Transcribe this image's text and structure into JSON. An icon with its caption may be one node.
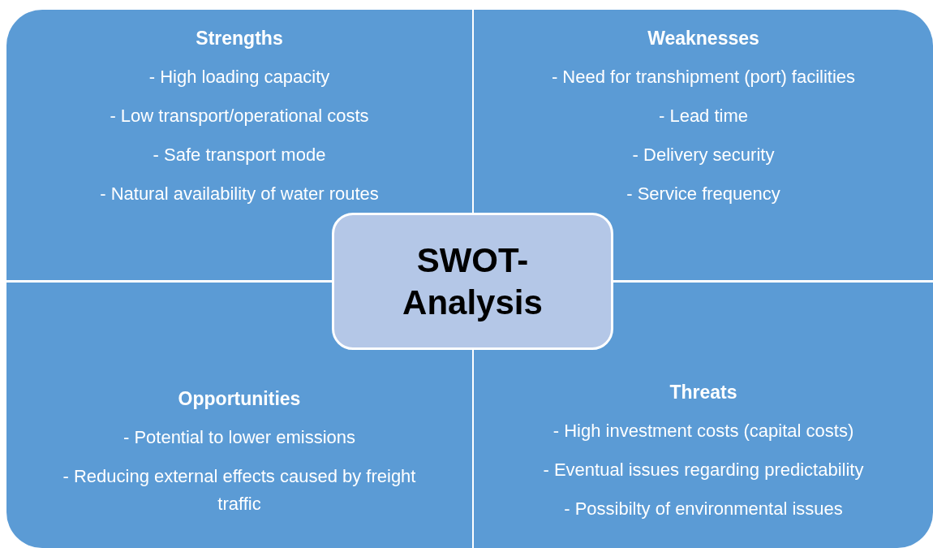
{
  "diagram": {
    "nodes": [
      {
        "text": [
          "Strengths",
          "- High loading capacity",
          "- Low transport/operational costs",
          "- Safe transport mode",
          "- Natural availability of water routes"
        ]
      },
      {
        "text": [
          "Weaknesses",
          "- Need for transhipment (port) facilities",
          "- Lead time",
          "- Delivery security",
          "- Service frequency"
        ]
      },
      {
        "text": [
          "Opportunities",
          "- Potential to lower emissions",
          "- Reducing external effects caused by freight traffic"
        ]
      },
      {
        "text": [
          "Threats",
          "- High investment costs (capital costs)",
          "- Eventual issues regarding predictability",
          "- Possibilty of environmental issues"
        ]
      },
      {
        "text": [
          "SWOT- Analysis"
        ]
      }
    ]
  }
}
